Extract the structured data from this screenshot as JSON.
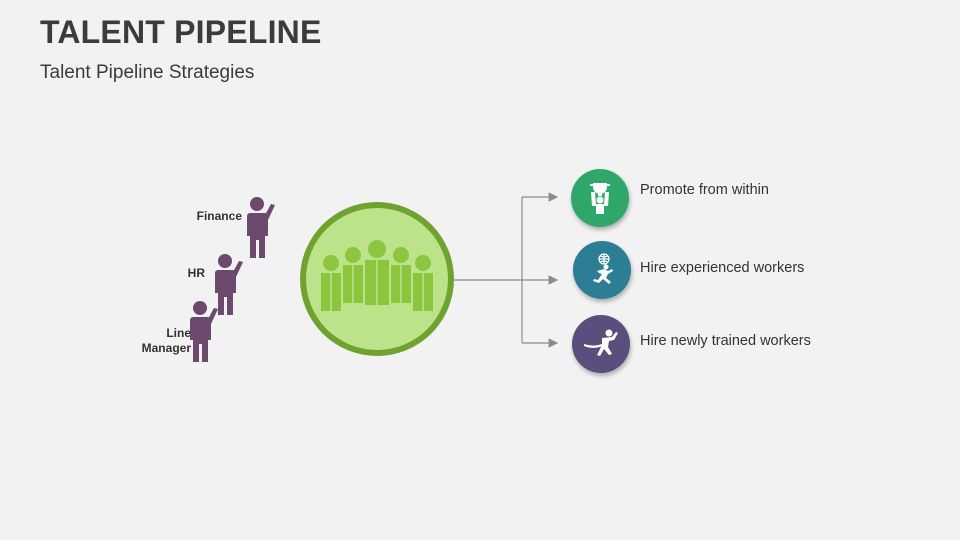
{
  "header": {
    "title": "TALENT PIPELINE",
    "subtitle": "Talent Pipeline Strategies"
  },
  "roles": [
    {
      "label": "Finance"
    },
    {
      "label": "HR"
    },
    {
      "label": "Line\nManager"
    }
  ],
  "strategies": [
    {
      "label": "Promote from within",
      "icon": "trophy-person-icon",
      "color": "#2ea86a"
    },
    {
      "label": "Hire experienced workers",
      "icon": "globe-runner-icon",
      "color": "#2b7e94"
    },
    {
      "label": "Hire newly trained workers",
      "icon": "finish-line-runner-icon",
      "color": "#5a4f7c"
    }
  ],
  "colors": {
    "person": "#6b4a6e",
    "hub_ring": "#6fa22e",
    "hub_fill": "#bde38a",
    "team_icon": "#8cc63f",
    "connector": "#8c8c8c"
  }
}
